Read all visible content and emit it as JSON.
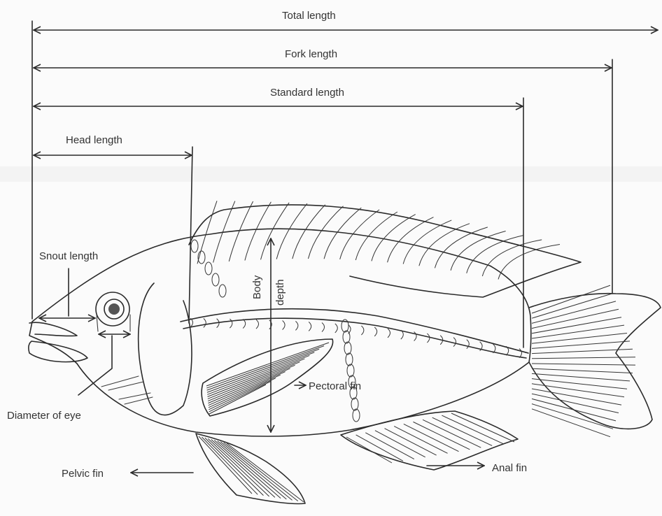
{
  "diagram": {
    "measurements": {
      "total_length": "Total length",
      "fork_length": "Fork length",
      "standard_length": "Standard length",
      "head_length": "Head length",
      "snout_length": "Snout length",
      "body_depth_line1": "Body",
      "body_depth_line2": "depth",
      "diameter_of_eye": "Diameter of eye"
    },
    "fins": {
      "pectoral_fin": "Pectoral fin",
      "pelvic_fin": "Pelvic fin",
      "anal_fin": "Anal fin"
    },
    "colors": {
      "ink": "#2a2a2a",
      "paper": "#fbfbfb"
    }
  }
}
